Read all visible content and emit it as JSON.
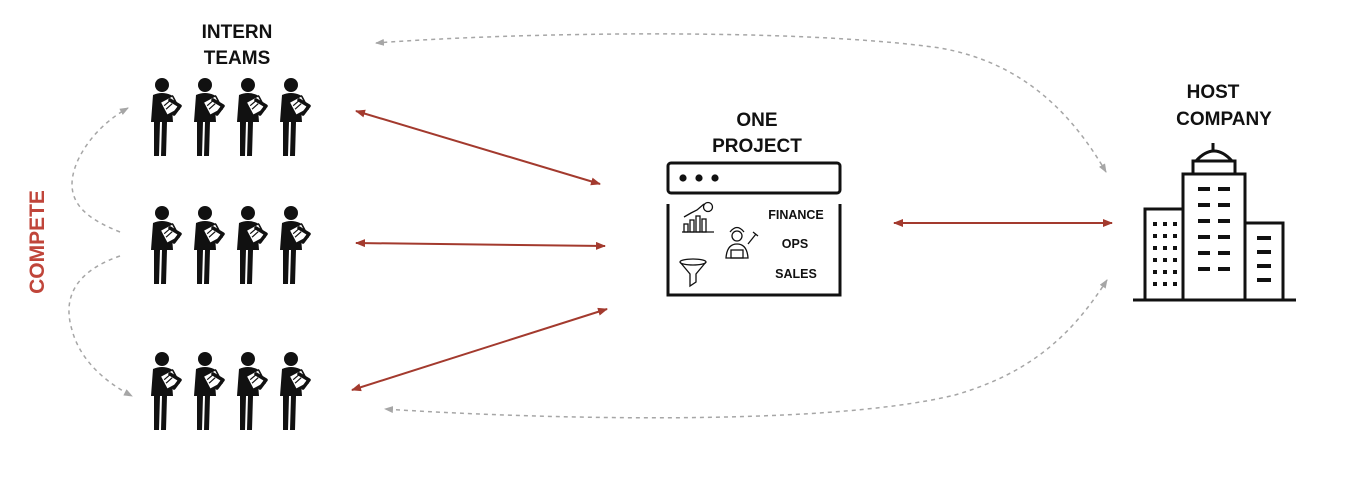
{
  "intern_teams": {
    "title_line1": "INTERN",
    "title_line2": "TEAMS",
    "count": 3,
    "people_per_team": 4
  },
  "compete_label": "COMPETE",
  "project": {
    "title_line1": "ONE",
    "title_line2": "PROJECT",
    "departments": [
      "FINANCE",
      "OPS",
      "SALES"
    ],
    "icons": [
      "bar-chart-icon",
      "worker-icon",
      "funnel-icon"
    ]
  },
  "host": {
    "title_line1": "HOST",
    "title_line2": "COMPANY",
    "icon": "office-building-icon"
  },
  "colors": {
    "arrow": "#a33a2e",
    "compete": "#c0453a",
    "dashed": "#a6a6a6",
    "ink": "#111111"
  }
}
